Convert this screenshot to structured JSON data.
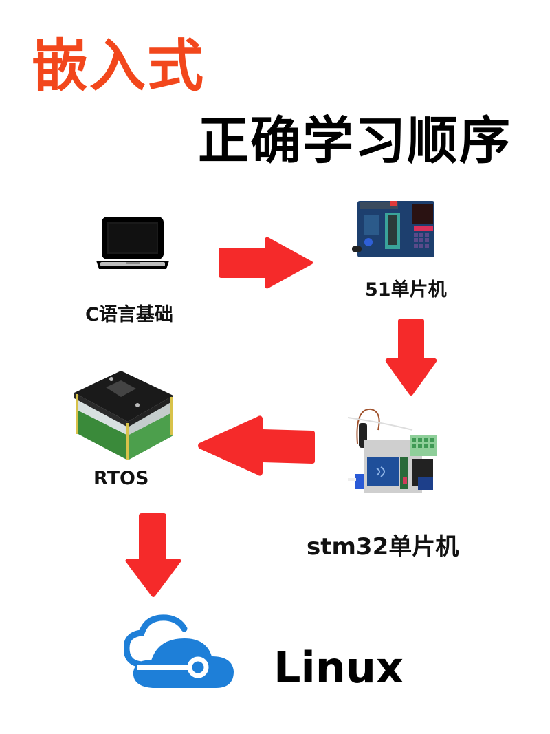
{
  "title": {
    "main": "嵌入式",
    "sub": "正确学习顺序",
    "main_color": "#f2471c",
    "sub_color": "#000000"
  },
  "flow": {
    "arrow_color": "#f52a2a",
    "steps": [
      {
        "label": "C语言基础",
        "icon": "laptop-icon"
      },
      {
        "label": "51单片机",
        "icon": "51-dev-board-image"
      },
      {
        "label": "stm32单片机",
        "icon": "stm32-dev-board-image"
      },
      {
        "label": "RTOS",
        "icon": "rtos-module-image"
      },
      {
        "label": "Linux",
        "icon": "cloud-icon"
      }
    ]
  }
}
